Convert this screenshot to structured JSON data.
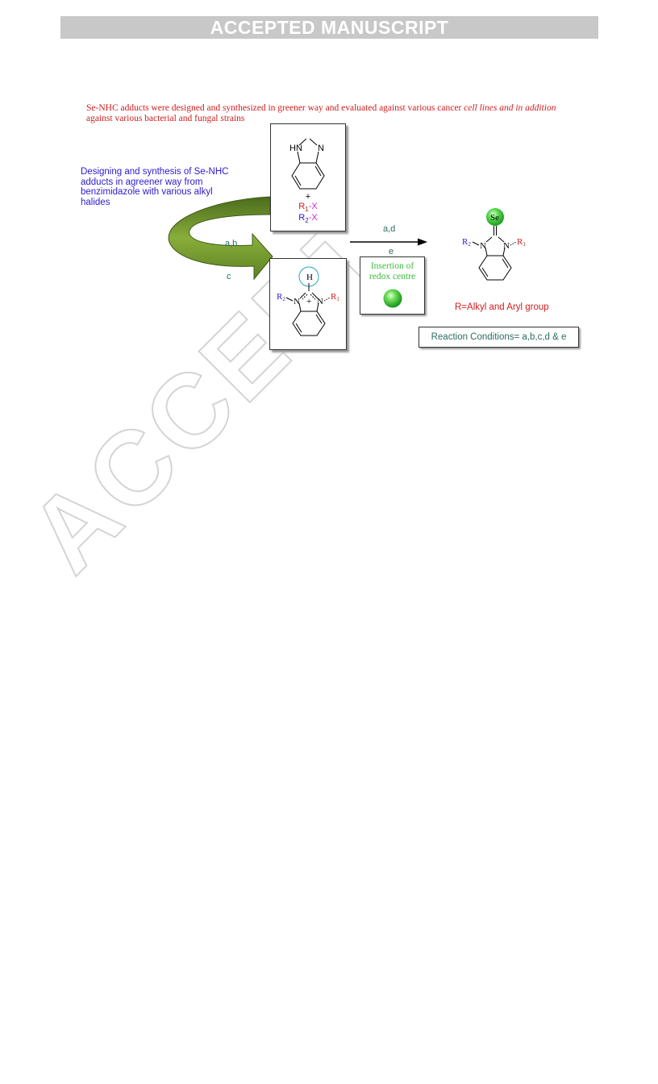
{
  "banner": {
    "text": "ACCEPTED MANUSCRIPT"
  },
  "watermark": {
    "text": "ACCEPTED MANUSCRIPT"
  },
  "summary": {
    "part1": "Se-NHC adducts were designed and synthesized in greener way and evaluated against various cancer ",
    "italic": "cell lines and in addition",
    "part2": "against various bacterial and fungal strains"
  },
  "left_note": "Designing and synthesis of Se-NHC adducts in agreener way from benzimidazole with various alkyl halides",
  "reagents": {
    "plus": "+",
    "r1": "R",
    "r1_sub": "1",
    "r1_tail": "-X",
    "r2": "R",
    "r2_sub": "2",
    "r2_tail": "-X"
  },
  "step_labels": {
    "ab": "a,b",
    "c": "c",
    "ad": "a,d",
    "e": "e"
  },
  "atoms": {
    "hn": "HN",
    "n": "N",
    "h": "H",
    "plus": "+",
    "se": "Se",
    "r": "R",
    "sub1": "1",
    "sub2": "2"
  },
  "insertion": {
    "line1": "Insertion of",
    "line2": "redox centre"
  },
  "r_group": "R=Alkyl and Aryl group",
  "conditions": "Reaction Conditions= a,b,c,d & e",
  "colors": {
    "red": "#d01c1c",
    "blue": "#2a1ad0",
    "teal": "#2d6b5e",
    "magenta": "#d81fd8",
    "green": "#3dbd3d",
    "arrow_green": "#6e8f2c",
    "cyan": "#29a5b5"
  }
}
